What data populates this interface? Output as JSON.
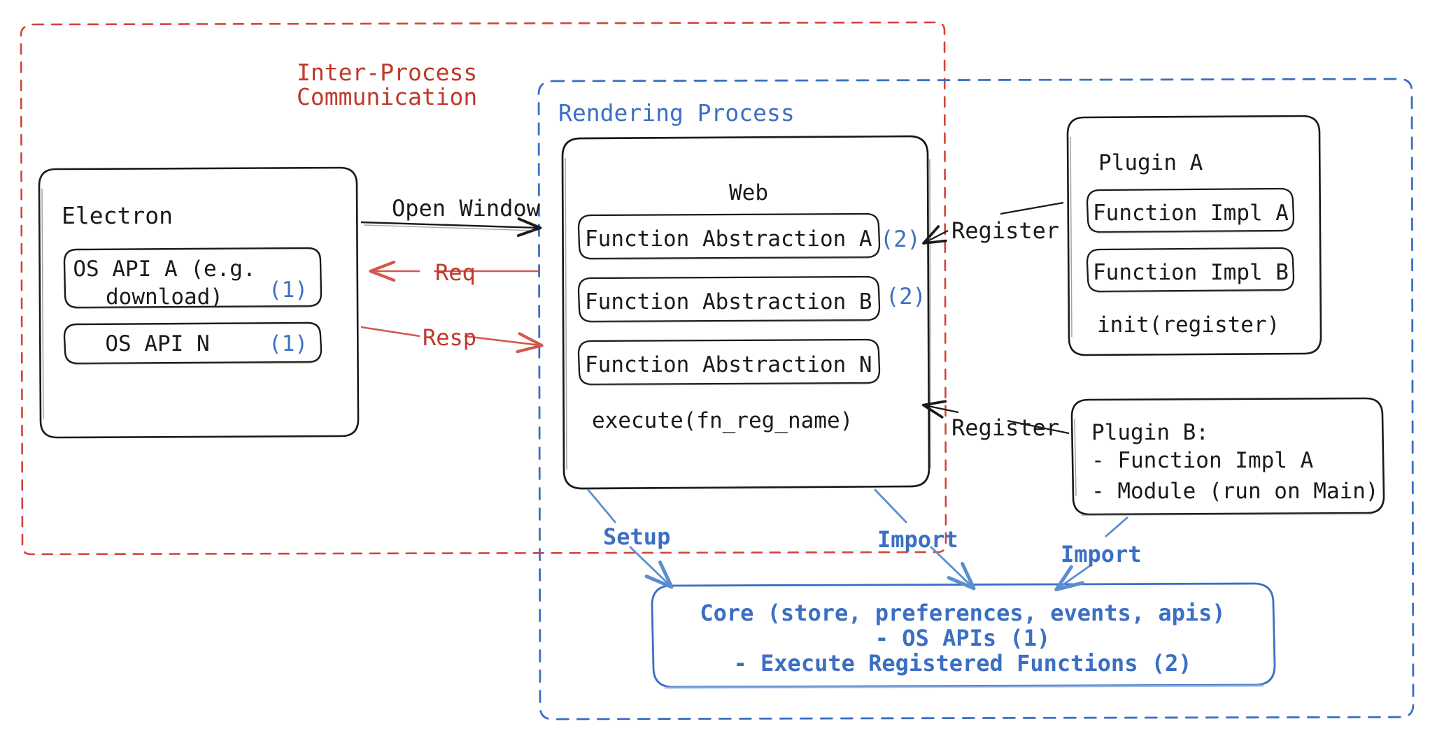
{
  "diagram": {
    "title_note": "Electron plugin architecture diagram",
    "colors": {
      "red": "#c0392b",
      "blue": "#3b6fc4",
      "black": "#1a1a1a",
      "core_blue": "#3b6fc4"
    },
    "regions": {
      "ipc": {
        "label_line1": "Inter-Process",
        "label_line2": "Communication",
        "border_style": "dashed",
        "border_color": "#c0392b"
      },
      "rendering": {
        "label": "Rendering Process",
        "border_style": "dashed",
        "border_color": "#3b6fc4"
      }
    },
    "electron": {
      "title": "Electron",
      "apis": [
        {
          "label": "OS API A (e.g.\ndownload)",
          "marker": "(1)"
        },
        {
          "label": "OS API N",
          "marker": "(1)"
        }
      ]
    },
    "web": {
      "title": "Web",
      "abstractions": [
        {
          "label": "Function Abstraction A",
          "marker": "(2)"
        },
        {
          "label": "Function Abstraction B",
          "marker": "(2)"
        },
        {
          "label": "Function Abstraction N",
          "marker": ""
        }
      ],
      "footer": "execute(fn_reg_name)"
    },
    "plugin_a": {
      "title": "Plugin A",
      "items": [
        "Function Impl A",
        "Function Impl B"
      ],
      "footer": "init(register)"
    },
    "plugin_b": {
      "title": "Plugin B:",
      "items": [
        "- Function Impl A",
        "- Module (run on Main)"
      ]
    },
    "core": {
      "line1": "Core (store, preferences, events, apis)",
      "line2": "- OS APIs (1)",
      "line3": "- Execute Registered Functions (2)"
    },
    "edges": [
      {
        "id": "open-window",
        "label": "Open Window",
        "color": "#1a1a1a"
      },
      {
        "id": "req",
        "label": "Req",
        "color": "#c0392b"
      },
      {
        "id": "resp",
        "label": "Resp",
        "color": "#c0392b"
      },
      {
        "id": "register-a",
        "label": "Register",
        "color": "#1a1a1a"
      },
      {
        "id": "register-b",
        "label": "Register",
        "color": "#1a1a1a"
      },
      {
        "id": "setup",
        "label": "Setup",
        "color": "#3b6fc4"
      },
      {
        "id": "import-web",
        "label": "Import",
        "color": "#3b6fc4"
      },
      {
        "id": "import-plug",
        "label": "Import",
        "color": "#3b6fc4"
      }
    ]
  }
}
